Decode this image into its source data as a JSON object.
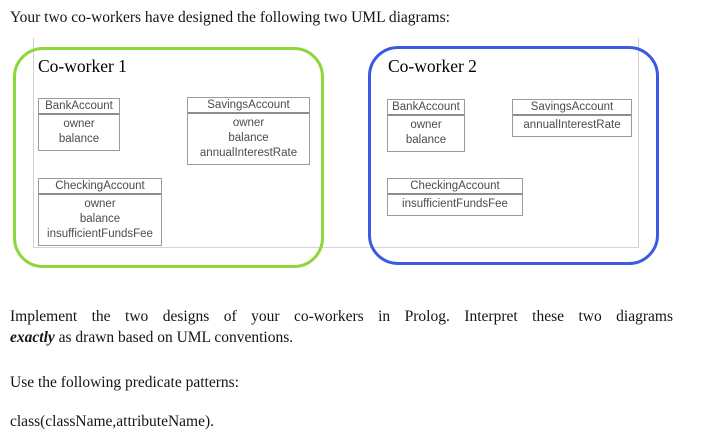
{
  "page": {
    "intro": "Your two co-workers have designed the following two UML diagrams:",
    "instructions_line1": "Implement the two designs of your co-workers in Prolog. Interpret these two diagrams",
    "instructions_emphasis": "exactly",
    "instructions_line2_rest": " as drawn based on UML conventions.",
    "predicate_intro": "Use the following predicate patterns:",
    "predicate_pattern": "class(className,attributeName)."
  },
  "diagrams": [
    {
      "title": "Co-worker 1",
      "accent_color": "#8dd63c",
      "classes": [
        {
          "name": "BankAccount",
          "attributes": [
            "owner",
            "balance"
          ]
        },
        {
          "name": "SavingsAccount",
          "attributes": [
            "owner",
            "balance",
            "annualInterestRate"
          ]
        },
        {
          "name": "CheckingAccount",
          "attributes": [
            "owner",
            "balance",
            "insufficientFundsFee"
          ]
        }
      ]
    },
    {
      "title": "Co-worker 2",
      "accent_color": "#3b5ae1",
      "classes": [
        {
          "name": "BankAccount",
          "attributes": [
            "owner",
            "balance"
          ]
        },
        {
          "name": "SavingsAccount",
          "attributes": [
            "annualInterestRate"
          ]
        },
        {
          "name": "CheckingAccount",
          "attributes": [
            "insufficientFundsFee"
          ]
        }
      ]
    }
  ]
}
